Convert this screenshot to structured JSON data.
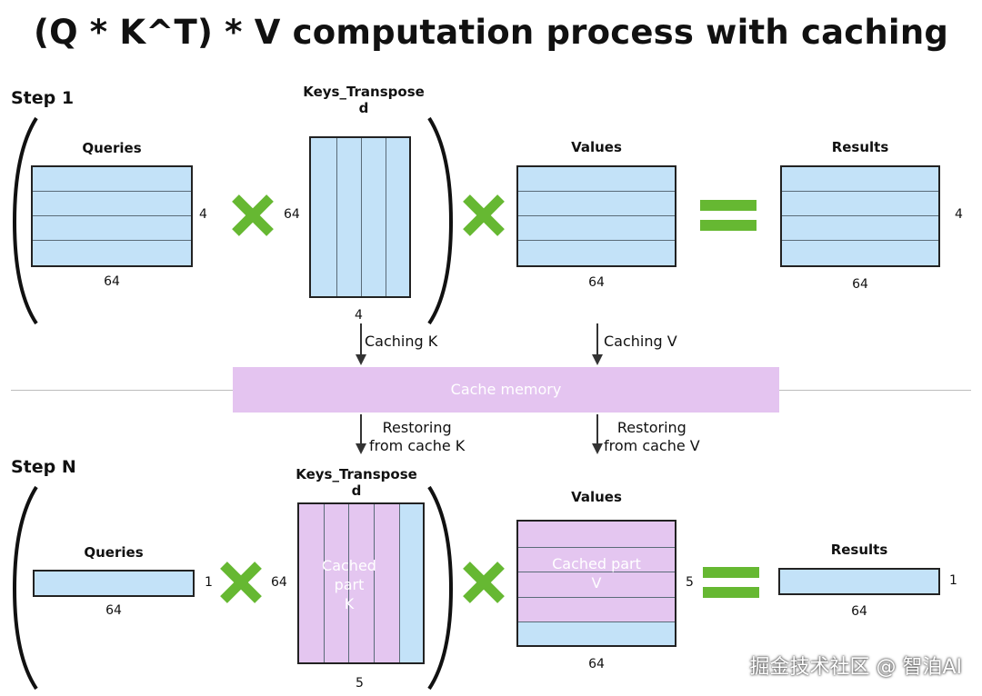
{
  "title": "(Q * K^T) * V computation process with caching",
  "colors": {
    "matrix_fill": "#c3e2f8",
    "cache_fill": "#e4c6f0",
    "operator_green": "#66b832"
  },
  "step1": {
    "label": "Step 1",
    "queries": {
      "label": "Queries",
      "rows": "4",
      "cols": "64"
    },
    "keys": {
      "label_line1": "Keys_Transpose",
      "label_line2": "d",
      "rows": "64",
      "cols": "4"
    },
    "values": {
      "label": "Values",
      "cols": "64"
    },
    "results": {
      "label": "Results",
      "rows": "4",
      "cols": "64"
    }
  },
  "cache": {
    "caching_k": "Caching K",
    "caching_v": "Caching V",
    "memory_label": "Cache memory",
    "restore_k_line1": "Restoring",
    "restore_k_line2": "from cache K",
    "restore_v_line1": "Restoring",
    "restore_v_line2": "from cache V"
  },
  "stepN": {
    "label": "Step N",
    "queries": {
      "label": "Queries",
      "rows": "1",
      "cols": "64"
    },
    "keys": {
      "label_line1": "Keys_Transpose",
      "label_line2": "d",
      "rows": "64",
      "cols": "5",
      "cached_line1": "Cached",
      "cached_line2": "part",
      "cached_line3": "K"
    },
    "values": {
      "label": "Values",
      "rows": "5",
      "cols": "64",
      "cached_line1": "Cached part",
      "cached_line2": "V"
    },
    "results": {
      "label": "Results",
      "rows": "1",
      "cols": "64"
    }
  },
  "watermark": "掘金技术社区 @ 智泊AI"
}
